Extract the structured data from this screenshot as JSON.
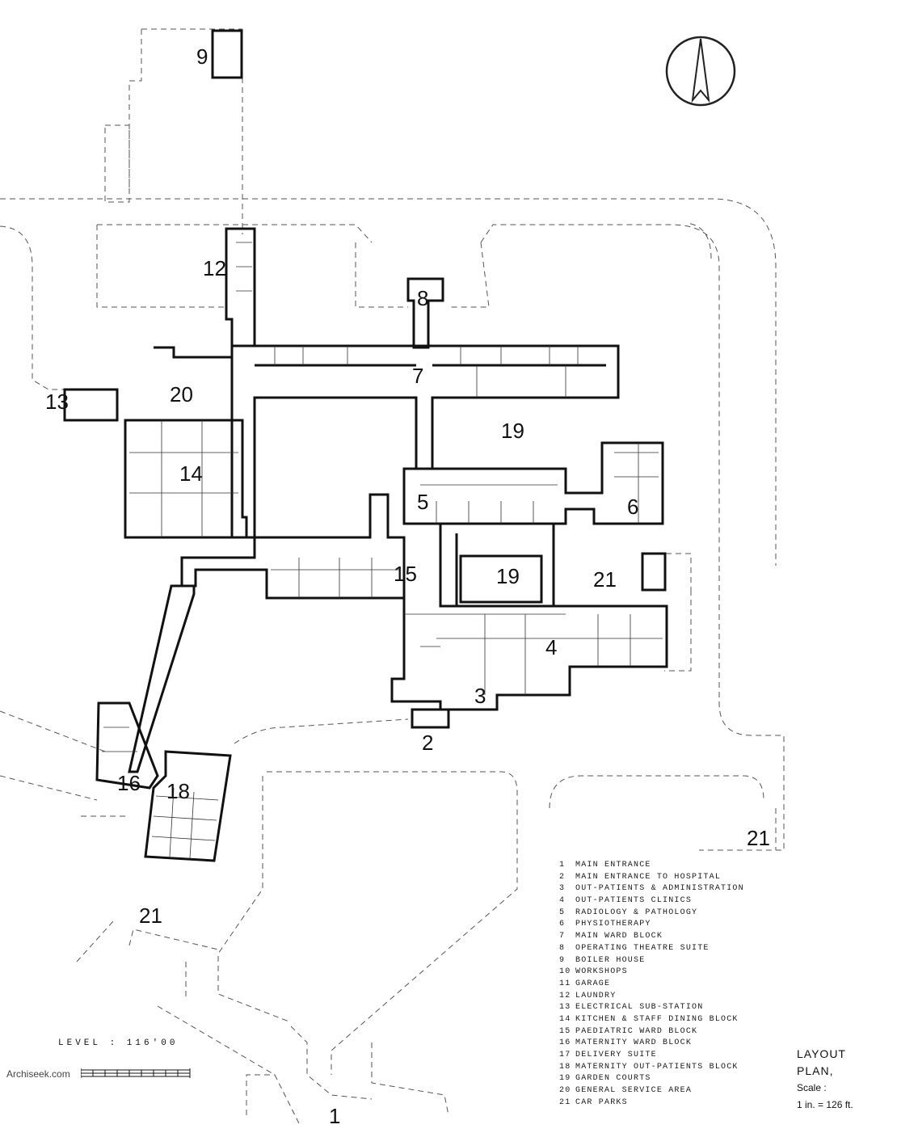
{
  "plan": {
    "building_numbers": {
      "n1": "1",
      "n2": "2",
      "n3": "3",
      "n4": "4",
      "n5": "5",
      "n6": "6",
      "n7": "7",
      "n8": "8",
      "n9": "9",
      "n12": "12",
      "n13": "13",
      "n14": "14",
      "n15": "15",
      "n16": "16",
      "n18": "18",
      "n19a": "19",
      "n19b": "19",
      "n20": "20",
      "n21a": "21",
      "n21b": "21",
      "n21c": "21"
    }
  },
  "legend": [
    {
      "n": "1",
      "label": "MAIN ENTRANCE"
    },
    {
      "n": "2",
      "label": "MAIN ENTRANCE TO HOSPITAL"
    },
    {
      "n": "3",
      "label": "OUT-PATIENTS & ADMINISTRATION"
    },
    {
      "n": "4",
      "label": "OUT-PATIENTS CLINICS"
    },
    {
      "n": "5",
      "label": "RADIOLOGY & PATHOLOGY"
    },
    {
      "n": "6",
      "label": "PHYSIOTHERAPY"
    },
    {
      "n": "7",
      "label": "MAIN WARD BLOCK"
    },
    {
      "n": "8",
      "label": "OPERATING THEATRE SUITE"
    },
    {
      "n": "9",
      "label": "BOILER HOUSE"
    },
    {
      "n": "10",
      "label": "WORKSHOPS"
    },
    {
      "n": "11",
      "label": "GARAGE"
    },
    {
      "n": "12",
      "label": "LAUNDRY"
    },
    {
      "n": "13",
      "label": "ELECTRICAL SUB-STATION"
    },
    {
      "n": "14",
      "label": "KITCHEN & STAFF DINING BLOCK"
    },
    {
      "n": "15",
      "label": "PAEDIATRIC WARD BLOCK"
    },
    {
      "n": "16",
      "label": "MATERNITY WARD BLOCK"
    },
    {
      "n": "17",
      "label": "DELIVERY SUITE"
    },
    {
      "n": "18",
      "label": "MATERNITY OUT-PATIENTS BLOCK"
    },
    {
      "n": "19",
      "label": "GARDEN COURTS"
    },
    {
      "n": "20",
      "label": "GENERAL SERVICE AREA"
    },
    {
      "n": "21",
      "label": "CAR PARKS"
    }
  ],
  "title": {
    "line1": "LAYOUT",
    "line2": "PLAN,",
    "scale_label": "Scale :",
    "scale_value": "1 in. = 126 ft."
  },
  "level_label": "LEVEL : 116'00",
  "watermark": "Archiseek.com"
}
